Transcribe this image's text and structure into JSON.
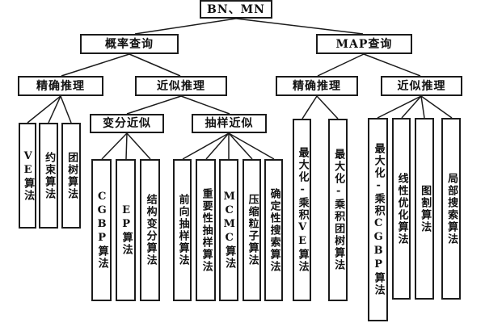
{
  "diagram": {
    "type": "tree",
    "background": "#ffffff",
    "line_color": "#1c1c1c",
    "text_color": "#111111"
  },
  "nodes": {
    "root": {
      "label": "BN、MN"
    },
    "prob_query": {
      "label": "概率查询"
    },
    "map_query": {
      "label": "MAP查询"
    },
    "prob_exact": {
      "label": "精确推理"
    },
    "prob_approx": {
      "label": "近似推理"
    },
    "map_exact": {
      "label": "精确推理"
    },
    "map_approx": {
      "label": "近似推理"
    },
    "variational": {
      "label": "变分近似"
    },
    "sampling": {
      "label": "抽样近似"
    },
    "ve": {
      "label": "VE算法"
    },
    "constraint": {
      "label": "约束算法"
    },
    "clique_tree": {
      "label": "团树算法"
    },
    "cgbp": {
      "label": "CGBP算法"
    },
    "ep": {
      "label": "EP算法"
    },
    "structured_variational": {
      "label": "结构变分算法"
    },
    "forward_sampling": {
      "label": "前向抽样算法"
    },
    "importance_sampling": {
      "label": "重要性抽样算法"
    },
    "mcmc": {
      "label": "MCMC算法"
    },
    "compressed_particle": {
      "label": "压缩粒子算法"
    },
    "deterministic_search": {
      "label": "确定性搜索算法"
    },
    "max_product_ve": {
      "label": "最大化-乘积VE算法"
    },
    "max_product_clique_tree": {
      "label": "最大化-乘积团树算法"
    },
    "max_product_cgbp": {
      "label": "最大化-乘积CGBP算法"
    },
    "linear_optimization": {
      "label": "线性优化算法"
    },
    "graph_cut": {
      "label": "图割算法"
    },
    "local_search": {
      "label": "局部搜索算法"
    }
  },
  "edges": [
    [
      "root",
      "prob_query"
    ],
    [
      "root",
      "map_query"
    ],
    [
      "prob_query",
      "prob_exact"
    ],
    [
      "prob_query",
      "prob_approx"
    ],
    [
      "map_query",
      "map_exact"
    ],
    [
      "map_query",
      "map_approx"
    ],
    [
      "prob_exact",
      "ve"
    ],
    [
      "prob_exact",
      "constraint"
    ],
    [
      "prob_exact",
      "clique_tree"
    ],
    [
      "prob_approx",
      "variational"
    ],
    [
      "prob_approx",
      "sampling"
    ],
    [
      "variational",
      "cgbp"
    ],
    [
      "variational",
      "ep"
    ],
    [
      "variational",
      "structured_variational"
    ],
    [
      "sampling",
      "forward_sampling"
    ],
    [
      "sampling",
      "importance_sampling"
    ],
    [
      "sampling",
      "mcmc"
    ],
    [
      "sampling",
      "compressed_particle"
    ],
    [
      "sampling",
      "deterministic_search"
    ],
    [
      "map_exact",
      "max_product_ve"
    ],
    [
      "map_exact",
      "max_product_clique_tree"
    ],
    [
      "map_approx",
      "max_product_cgbp"
    ],
    [
      "map_approx",
      "linear_optimization"
    ],
    [
      "map_approx",
      "graph_cut"
    ],
    [
      "map_approx",
      "local_search"
    ]
  ]
}
